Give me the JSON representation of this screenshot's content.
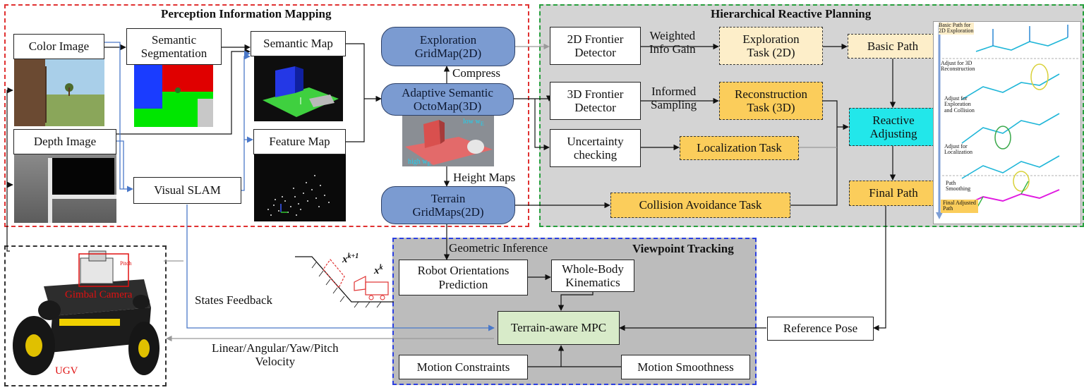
{
  "colors": {
    "perception_border": "#e03131",
    "planning_border": "#27a03d",
    "planning_fill": "#d4d4d4",
    "tracking_border": "#2b3fe0",
    "tracking_fill": "#bcbcbc",
    "pill_fill": "#7b9bd1",
    "task_fill": "#fbcd5b",
    "task_light_fill": "#fdeec9",
    "reactive_fill": "#22e7ea",
    "mpc_fill": "#d8ebc9",
    "robot_fill": "#e8e8e8",
    "path_cyan": "#1fb6d8",
    "path_magenta": "#e01ae0"
  },
  "regions": {
    "perception": {
      "title": "Perception Information Mapping"
    },
    "planning": {
      "title": "Hierarchical Reactive Planning"
    },
    "tracking": {
      "title": "Viewpoint Tracking"
    }
  },
  "nodes": {
    "color_image": "Color Image",
    "depth_image": "Depth Image",
    "semantic_segmentation": "Semantic\nSegmentation",
    "semantic_map": "Semantic Map",
    "feature_map": "Feature Map",
    "visual_slam": "Visual SLAM",
    "exploration_gridmap": "Exploration\nGridMap(2D)",
    "adaptive_octomap": "Adaptive Semantic\nOctoMap(3D)",
    "terrain_gridmaps": "Terrain\nGridMaps(2D)",
    "frontier_2d": "2D Frontier\nDetector",
    "frontier_3d": "3D Frontier\nDetector",
    "uncertainty": "Uncertainty\nchecking",
    "exploration_task": "Exploration\nTask (2D)",
    "reconstruction_task": "Reconstruction\nTask (3D)",
    "localization_task": "Localization Task",
    "collision_task": "Collision Avoidance Task",
    "basic_path": "Basic Path",
    "reactive_adjusting": "Reactive\nAdjusting",
    "final_path": "Final Path",
    "robot_orientations": "Robot Orientations\nPrediction",
    "whole_body": "Whole-Body\nKinematics",
    "mpc": "Terrain-aware MPC",
    "reference_pose": "Reference Pose",
    "motion_constraints": "Motion Constraints",
    "motion_smoothness": "Motion Smoothness"
  },
  "edge_labels": {
    "compress": "Compress",
    "height_maps": "Height Maps",
    "weighted_info_gain": "Weighted\nInfo Gain",
    "informed_sampling": "Informed\nSampling",
    "geometric_inference": "Geometric Inference",
    "states_feedback": "States Feedback",
    "velocity": "Linear/Angular/Yaw/Pitch\nVelocity"
  },
  "octomap_annotations": {
    "low": "low w",
    "high": "high w",
    "sub": "E"
  },
  "robot": {
    "ugv_label": "UGV",
    "gimbal_label": "Gimbal Camera",
    "pitch_label": "Pitch"
  },
  "slope": {
    "x_next": "x",
    "x_next_sup": "k+1",
    "x_now": "x",
    "x_now_sup": "k"
  },
  "path_panel": {
    "steps": [
      "Basic Path for\n2D Exploration",
      "Adjust for 3D\nReconstruction",
      "Adjust for\nExploration\nand Collision",
      "Adjust for\nLocalization",
      "Path\nSmoothing"
    ],
    "final_label": "Final Adjusted\nPath"
  }
}
